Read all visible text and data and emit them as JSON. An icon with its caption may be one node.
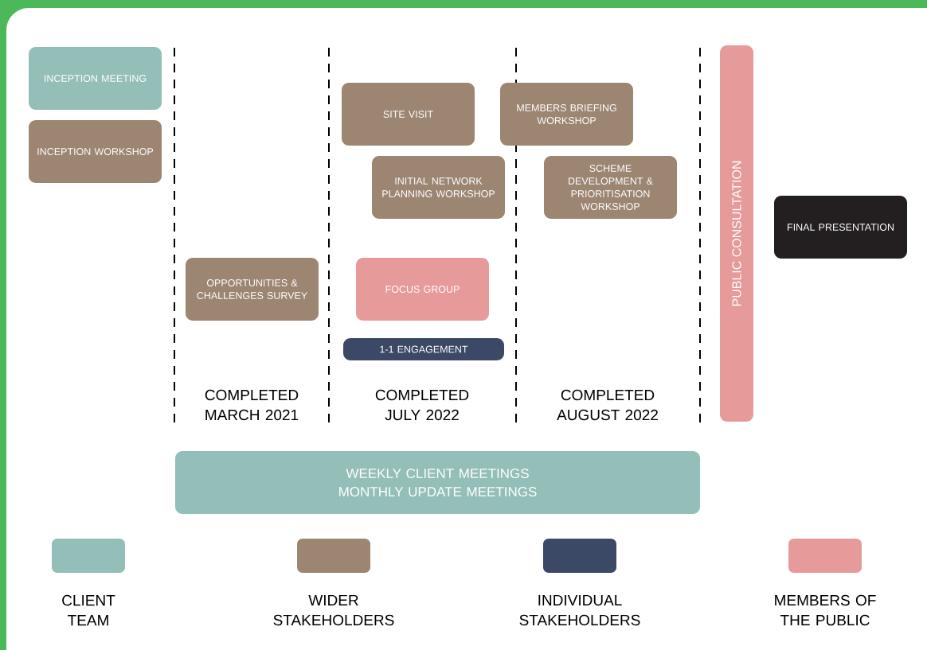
{
  "diagram": {
    "nodes": [
      {
        "text": [
          "INCEPTION MEETING"
        ]
      },
      {
        "text": [
          "INCEPTION WORKSHOP"
        ]
      },
      {
        "text": [
          "SITE VISIT"
        ]
      },
      {
        "text": [
          "MEMBERS BRIEFING WORKSHOP"
        ]
      },
      {
        "text": [
          "INITIAL NETWORK PLANNING WORKSHOP"
        ]
      },
      {
        "text": [
          "SCHEME DEVELOPMENT & PRIORITISATION WORKSHOP"
        ]
      },
      {
        "text": [
          "PUBLIC CONSULTATION"
        ]
      },
      {
        "text": [
          "FINAL PRESENTATION"
        ]
      },
      {
        "text": [
          "OPPORTUNITIES & CHALLENGES SURVEY"
        ]
      },
      {
        "text": [
          "FOCUS GROUP"
        ]
      },
      {
        "text": [
          "1-1 ENGAGEMENT"
        ]
      },
      {
        "text": [
          "WEEKLY CLIENT MEETINGS",
          "MONTHLY UPDATE MEETINGS"
        ]
      }
    ],
    "labels": [
      "COMPLETED MARCH 2021",
      "COMPLETED JULY 2022",
      "COMPLETED AUGUST 2022"
    ],
    "legend": [
      {
        "text": "CLIENT TEAM",
        "color": "#94bfb8"
      },
      {
        "text": "WIDER STAKEHOLDERS",
        "color": "#9c8571"
      },
      {
        "text": "INDIVIDUAL STAKEHOLDERS",
        "color": "#3b4966"
      },
      {
        "text": "MEMBERS OF THE PUBLIC",
        "color": "#e69a9a"
      }
    ]
  }
}
